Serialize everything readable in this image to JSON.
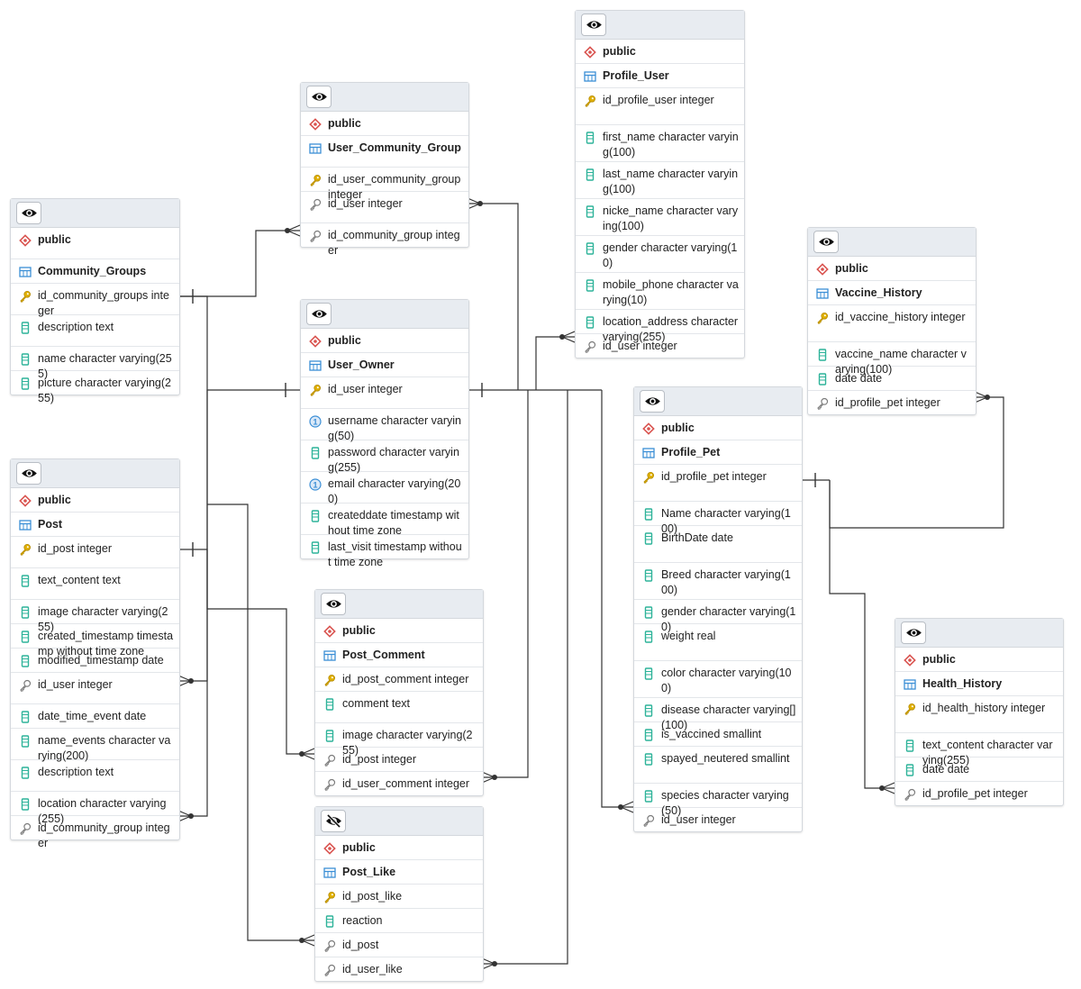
{
  "schema_label": "public",
  "colors": {
    "key": "#e0b000",
    "column": "#2eb39a",
    "table_icon": "#3b8fd6",
    "schema_icon": "#d9534f",
    "fk_icon": "#7c7c7c",
    "unique_icon": "#3b8fd6",
    "edge": "#333333"
  },
  "tables": [
    {
      "id": "community_groups",
      "name": "Community_Groups",
      "visible": true,
      "columns": [
        {
          "type": "pk",
          "text": "id_community_groups integer"
        },
        {
          "type": "col",
          "text": "description text"
        },
        {
          "type": "col",
          "text": "name character varying(255)"
        },
        {
          "type": "col",
          "text": "picture character varying(255)"
        }
      ]
    },
    {
      "id": "post",
      "name": "Post",
      "visible": true,
      "columns": [
        {
          "type": "pk",
          "text": "id_post integer"
        },
        {
          "type": "col",
          "text": "text_content text"
        },
        {
          "type": "col",
          "text": "image character varying(255)"
        },
        {
          "type": "col",
          "text": "created_timestamp timestamp without time zone"
        },
        {
          "type": "col",
          "text": "modified_timestamp date"
        },
        {
          "type": "fk",
          "text": "id_user integer"
        },
        {
          "type": "col",
          "text": "date_time_event date"
        },
        {
          "type": "col",
          "text": "name_events character varying(200)"
        },
        {
          "type": "col",
          "text": "description text"
        },
        {
          "type": "col",
          "text": "location character varying(255)"
        },
        {
          "type": "fk",
          "text": "id_community_group integer"
        }
      ]
    },
    {
      "id": "user_community_group",
      "name": "User_Community_Group",
      "visible": true,
      "columns": [
        {
          "type": "pk",
          "text": "id_user_community_group integer"
        },
        {
          "type": "fk",
          "text": "id_user integer"
        },
        {
          "type": "fk",
          "text": "id_community_group integer"
        }
      ]
    },
    {
      "id": "user_owner",
      "name": "User_Owner",
      "visible": true,
      "columns": [
        {
          "type": "pk",
          "text": "id_user integer"
        },
        {
          "type": "uq",
          "text": "username character varying(50)"
        },
        {
          "type": "col",
          "text": "password character varying(255)"
        },
        {
          "type": "uq",
          "text": "email character varying(200)"
        },
        {
          "type": "col",
          "text": "createddate timestamp without time zone"
        },
        {
          "type": "col",
          "text": "last_visit timestamp without time zone"
        }
      ]
    },
    {
      "id": "post_comment",
      "name": "Post_Comment",
      "visible": true,
      "columns": [
        {
          "type": "pk",
          "text": "id_post_comment integer"
        },
        {
          "type": "col",
          "text": "comment text"
        },
        {
          "type": "col",
          "text": "image character varying(255)"
        },
        {
          "type": "fk",
          "text": "id_post integer"
        },
        {
          "type": "fk",
          "text": "id_user_comment integer"
        }
      ]
    },
    {
      "id": "post_like",
      "name": "Post_Like",
      "visible": false,
      "columns": [
        {
          "type": "pk",
          "text": "id_post_like"
        },
        {
          "type": "col",
          "text": "reaction"
        },
        {
          "type": "fk",
          "text": "id_post"
        },
        {
          "type": "fk",
          "text": "id_user_like"
        }
      ]
    },
    {
      "id": "profile_user",
      "name": "Profile_User",
      "visible": true,
      "columns": [
        {
          "type": "pk",
          "text": "id_profile_user integer"
        },
        {
          "type": "col",
          "text": "first_name character varying(100)"
        },
        {
          "type": "col",
          "text": "last_name character varying(100)"
        },
        {
          "type": "col",
          "text": "nicke_name character varying(100)"
        },
        {
          "type": "col",
          "text": "gender character varying(10)"
        },
        {
          "type": "col",
          "text": "mobile_phone character varying(10)"
        },
        {
          "type": "col",
          "text": "location_address character varying(255)"
        },
        {
          "type": "fk",
          "text": "id_user integer"
        }
      ]
    },
    {
      "id": "profile_pet",
      "name": "Profile_Pet",
      "visible": true,
      "columns": [
        {
          "type": "pk",
          "text": "id_profile_pet integer"
        },
        {
          "type": "col",
          "text": "Name character varying(100)"
        },
        {
          "type": "col",
          "text": "BirthDate date"
        },
        {
          "type": "col",
          "text": "Breed character varying(100)"
        },
        {
          "type": "col",
          "text": "gender character varying(10)"
        },
        {
          "type": "col",
          "text": "weight real"
        },
        {
          "type": "col",
          "text": "color character varying(100)"
        },
        {
          "type": "col",
          "text": "disease character varying[](100)"
        },
        {
          "type": "col",
          "text": "is_vaccined smallint"
        },
        {
          "type": "col",
          "text": "spayed_neutered smallint"
        },
        {
          "type": "col",
          "text": "species character varying(50)"
        },
        {
          "type": "fk",
          "text": "id_user integer"
        }
      ]
    },
    {
      "id": "vaccine_history",
      "name": "Vaccine_History",
      "visible": true,
      "columns": [
        {
          "type": "pk",
          "text": "id_vaccine_history integer"
        },
        {
          "type": "col",
          "text": "vaccine_name character varying(100)"
        },
        {
          "type": "col",
          "text": "date date"
        },
        {
          "type": "fk",
          "text": "id_profile_pet integer"
        }
      ]
    },
    {
      "id": "health_history",
      "name": "Health_History",
      "visible": true,
      "columns": [
        {
          "type": "pk",
          "text": "id_health_history integer"
        },
        {
          "type": "col",
          "text": "text_content character varying(255)"
        },
        {
          "type": "col",
          "text": "date date"
        },
        {
          "type": "fk",
          "text": "id_profile_pet integer"
        }
      ]
    }
  ]
}
